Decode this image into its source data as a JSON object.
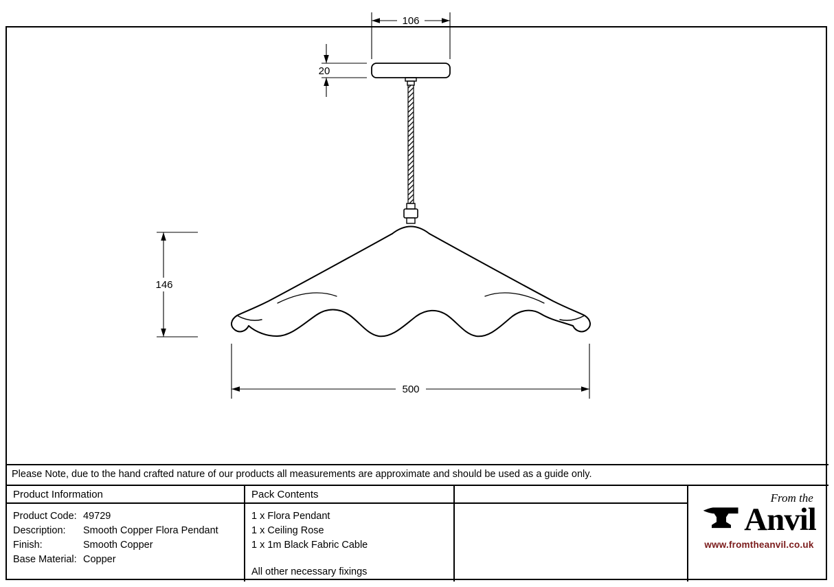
{
  "note": {
    "text": "Please Note, due to the hand crafted nature of our products all measurements are approximate and should be used as a guide only."
  },
  "drawing": {
    "dimensions": {
      "top_width": "106",
      "rose_height": "20",
      "shade_height": "146",
      "shade_width": "500"
    },
    "parts": [
      "ceiling-rose",
      "black-fabric-cable",
      "lamp-holder",
      "flora-pendant-shade"
    ]
  },
  "table": {
    "product_info": {
      "header": "Product Information",
      "rows": [
        {
          "label": "Product Code:",
          "value": "49729"
        },
        {
          "label": "Description:",
          "value": "Smooth Copper Flora Pendant"
        },
        {
          "label": "Finish:",
          "value": "Smooth Copper"
        },
        {
          "label": "Base Material:",
          "value": "Copper"
        }
      ]
    },
    "pack_contents": {
      "header": "Pack Contents",
      "items": [
        "1 x Flora Pendant",
        "1 x Ceiling Rose",
        "1 x 1m Black Fabric Cable"
      ],
      "footer": "All other necessary fixings"
    }
  },
  "logo": {
    "tagline": "From the",
    "brand": "Anvil",
    "url": "www.fromtheanvil.co.uk",
    "colors": {
      "url_text": "#7a1a1a",
      "line_work": "#000000",
      "paper": "#ffffff"
    }
  }
}
